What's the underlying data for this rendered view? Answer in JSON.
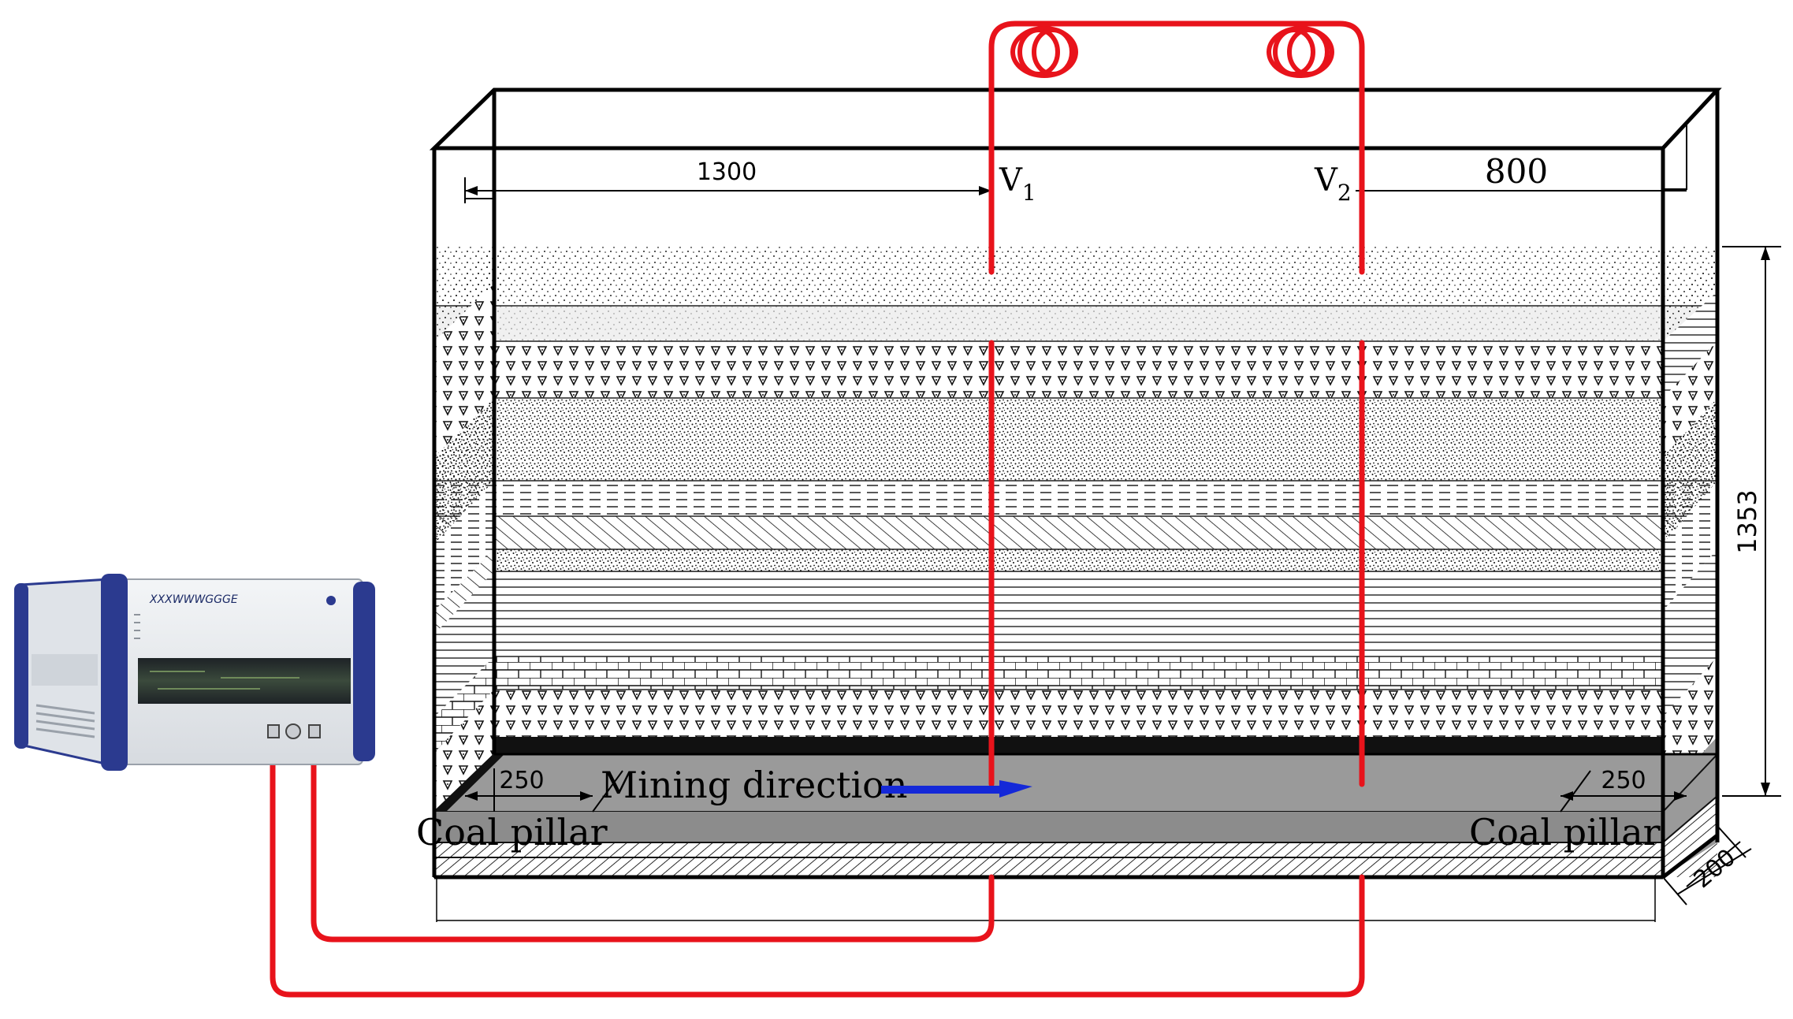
{
  "labels": {
    "dim_1300": "1300",
    "dim_800": "800",
    "dim_1353": "1353",
    "dim_200": "200",
    "dim_250_left": "250",
    "dim_250_right": "250",
    "v1_main": "V",
    "v1_sub": "1",
    "v2_main": "V",
    "v2_sub": "2",
    "mining_direction": "Mining direction",
    "coal_pillar_left": "Coal pillar",
    "coal_pillar_right": "Coal pillar",
    "device_brand": "XXXWWWGGGE"
  },
  "colors": {
    "fiber": "#e8131b",
    "arrow": "#1428d8",
    "coal": "#8f8f8f",
    "frame": "#000000",
    "device_blue": "#2b3a8f",
    "device_body": "#e9ecef"
  },
  "icons": {
    "fiber_coil_left": "fiber-coil-icon",
    "fiber_coil_right": "fiber-coil-icon",
    "demodulator": "fiber-demodulator-device-icon"
  }
}
